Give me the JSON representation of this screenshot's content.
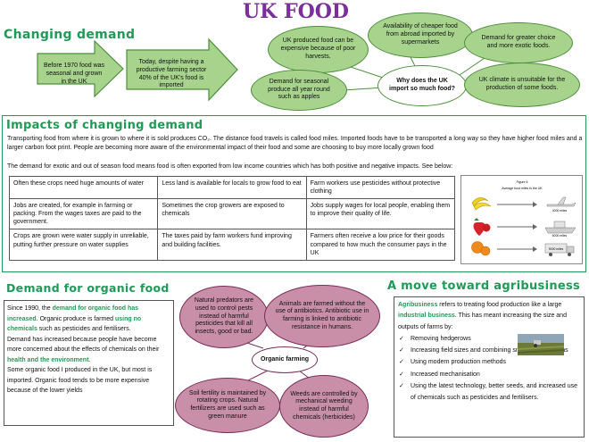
{
  "title": "UK FOOD",
  "changing_demand": {
    "heading": "Changing demand",
    "arrow1": "Before 1970 food was seasonal and grown in the UK",
    "arrow2": "Today, despite having a productive farming sector 40% of the UK's food is imported"
  },
  "why_import": {
    "center": "Why does the UK import so much food?",
    "nodes": [
      "UK produced food can be expensive because of poor harvests.",
      "Availability of cheaper food from abroad imported by supermarkets",
      "Demand for greater choice and more exotic foods.",
      "Demand for seasonal produce all year round such as apples",
      "UK climate is unsuitable for the production of some foods."
    ]
  },
  "impacts": {
    "heading": "Impacts of changing demand",
    "p1": "Transporting food from where it is grown to where it is sold produces CO₂.  The distance food travels is called food miles.  Imported foods have to be transported a long way so they have higher food miles and a larger carbon foot print. People are becoming more aware of the environmental impact of their food and some are choosing to buy more locally grown food",
    "p2": "The demand for exotic and out of season food means food is often exported from low income countries which has both positive and negative impacts.  See below:",
    "table": [
      [
        "Often these crops need huge amounts of water",
        "Less land is available for locals to grow food to eat",
        "Farm workers use pesticides without protective clothing"
      ],
      [
        "Jobs are created, for example in farming or packing. From the wages taxes are paid to the government.",
        "Sometimes the crop growers are exposed to chemicals",
        "Jobs supply wages for local people, enabling them to improve their quality of life."
      ],
      [
        "Crops are grown were water supply in unreliable, putting further pressure on water supplies",
        "The taxes paid by farm workers  fund improving and building facilities.",
        "Farmers often receive a low price for their goods compared to how much the consumer pays in the UK"
      ]
    ],
    "figure": {
      "label": "Figure 6",
      "caption": "Average food miles to the UK",
      "values": [
        "4000 miles",
        "6000 miles",
        "9000 miles"
      ]
    }
  },
  "organic": {
    "heading": "Demand for organic food",
    "text_a": "Since 1990, the ",
    "text_b": "demand for organic food has increased",
    "text_c": ". Organic produce is farmed ",
    "text_d": "using no chemicals",
    "text_e": " such as pesticides and fertilisers.",
    "text_f": "Demand has increased because people have become more concerned about the effects of chemicals on their ",
    "text_g": "health and the environment",
    "text_h": ".",
    "text_i": "Some organic food I produced in the UK, but most is imported.  Organic food tends to be more expensive because of the lower yields",
    "diagram": {
      "center": "Organic farming",
      "nodes": [
        "Natural predators are used to control pests instead of harmful pesticides that kill all insects, good or bad.",
        "Animals are farmed without the use of antibiotics. Antibiotic use in farming is linked to antibiotic resistance in humans.",
        "Soil fertility is maintained by rotating crops. Natural fertilizers are used such as green manure",
        "Weeds are controlled by mechanical weeding instead of harmful chemicals (herbicides)"
      ]
    }
  },
  "agribusiness": {
    "heading": "A move toward agribusiness",
    "intro_a": "Agribusiness",
    "intro_b": " refers to treating food production like a large ",
    "intro_c": "industrial business",
    "intro_d": ". This has meant increasing the size and outputs of farms by:",
    "items": [
      "Removing hedgerows",
      "Increasing field sizes and combining smaller family farms",
      "Using modern production methods",
      "Increased mechanisation",
      "Using the latest technology, better seeds, and increased use of chemicals such as pesticides and fertilisers."
    ]
  },
  "colors": {
    "heading_green": "#1f9a57",
    "title_purple": "#7b2f98",
    "ellipse_green": "#a7d38d",
    "ellipse_mauve": "#c98fa8"
  }
}
